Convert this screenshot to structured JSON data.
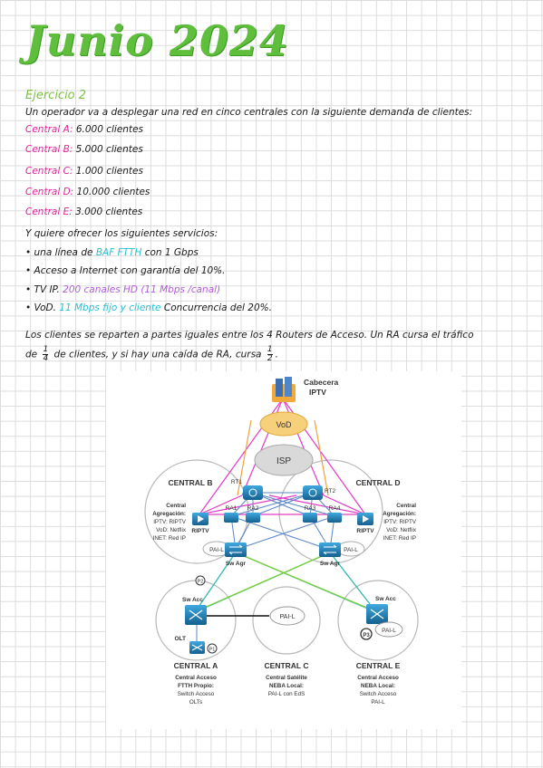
{
  "title": "Junio 2024",
  "exercise_title": "Ejercicio 2",
  "intro": "Un operador va a desplegar una red en cinco centrales con la siguiente demanda de clientes:",
  "centrales": [
    {
      "label": "Central A:",
      "value": "6.000 clientes"
    },
    {
      "label": "Central B:",
      "value": "5.000 clientes"
    },
    {
      "label": "Central C:",
      "value": "1.000 clientes"
    },
    {
      "label": "Central D:",
      "value": "10.000 clientes"
    },
    {
      "label": "Central E:",
      "value": "3.000 clientes"
    }
  ],
  "services_intro": "Y quiere ofrecer los siguientes servicios:",
  "services": {
    "s1_a": "una línea de",
    "s1_b": "BAF FTTH",
    "s1_c": "con 1 Gbps",
    "s2": "Acceso a Internet con garantía del 10%.",
    "s3_a": "TV IP.",
    "s3_b": "200 canales HD (11 Mbps /canal)",
    "s4_a": "VoD.",
    "s4_b": "11 Mbps fijo y cliente",
    "s4_c": "Concurrencia del 20%."
  },
  "para1": "Los clientes se reparten a partes iguales entre los 4 Routers de Acceso. Un RA cursa el tráfico",
  "para2_a": "de",
  "para2_frac1_num": "1",
  "para2_frac1_den": "4",
  "para2_b": "de clientes, y si hay una caída de RA, cursa",
  "para2_frac2_num": "1",
  "para2_frac2_den": "2",
  "diagram": {
    "cabecera": "Cabecera",
    "iptv": "IPTV",
    "vod": "VoD",
    "isp": "ISP",
    "rt1": "RT1",
    "rt2": "RT2",
    "ra1": "RA1",
    "ra2": "RA2",
    "ra3": "RA3",
    "ra4": "RA4",
    "riptv_b": "RIPTV",
    "riptv_d": "RIPTV",
    "pail": "PAI-L",
    "sw_agr": "Sw Agr",
    "sw_acc": "Sw Acc",
    "olt": "OLT",
    "p1": "P1",
    "p2": "P2",
    "p3": "P3",
    "central_b": "CENTRAL B",
    "central_d": "CENTRAL D",
    "central_a": "CENTRAL A",
    "central_c": "CENTRAL C",
    "central_e": "CENTRAL E",
    "b_info": [
      "Central",
      "Agregación:",
      "IPTV: RIPTV",
      "VoD: Netflix",
      "INET: Red IP"
    ],
    "d_info": [
      "Central",
      "Agregación:",
      "IPTV: RIPTV",
      "VoD: Netflix",
      "INET: Red IP"
    ],
    "a_info": [
      "Central Acceso",
      "FTTH Propio:",
      "Switch Acceso",
      "OLTs"
    ],
    "c_info": [
      "Central Satélite",
      "NEBA Local:",
      "PAI-L con EdS"
    ],
    "e_info": [
      "Central Acceso",
      "NEBA Local:",
      "Switch Acceso",
      "PAI-L"
    ]
  }
}
